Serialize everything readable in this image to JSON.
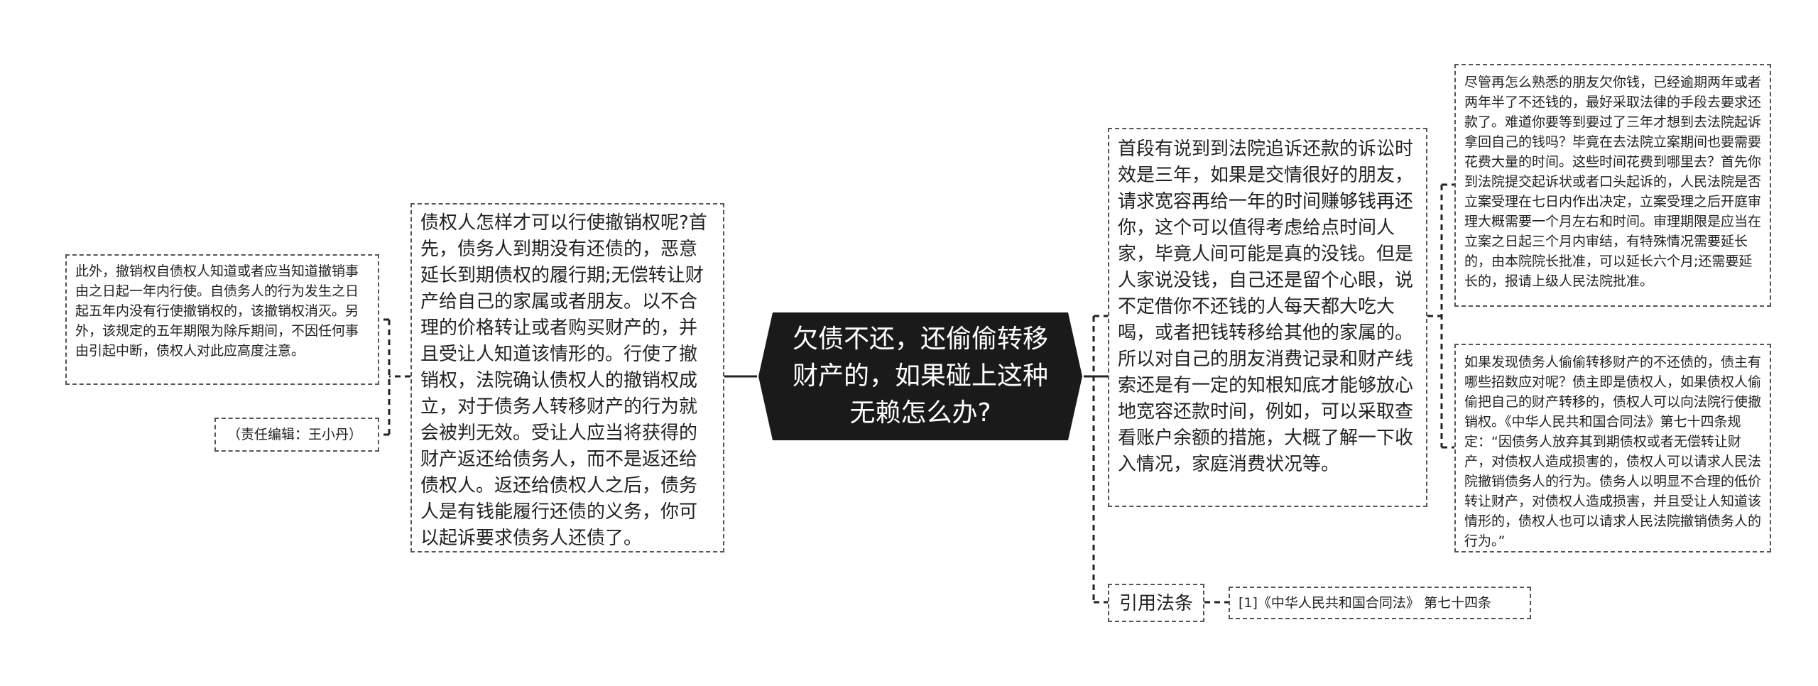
{
  "center": {
    "title": "欠债不还，还偷偷转移财产的，如果碰上这种无赖怎么办?"
  },
  "left": {
    "main": "债权人怎样才可以行使撤销权呢?首先，债务人到期没有还债的，恶意延长到期债权的履行期;无偿转让财产给自己的家属或者朋友。以不合理的价格转让或者购买财产的，并且受让人知道该情形的。行使了撤销权，法院确认债权人的撤销权成立，对于债务人转移财产的行为就会被判无效。受让人应当将获得的财产返还给债务人，而不是返还给债权人。返还给债权人之后，债务人是有钱能履行还债的义务，你可以起诉要求债务人还债了。",
    "sub1": "此外，撤销权自债权人知道或者应当知道撤销事由之日起一年内行使。自债务人的行为发生之日起五年内没有行使撤销权的，该撤销权消灭。另外，该规定的五年期限为除斥期间，不因任何事由引起中断，债权人对此应高度注意。",
    "sub2": "（责任编辑：王小丹）"
  },
  "right": {
    "main": "首段有说到到法院追诉还款的诉讼时效是三年，如果是交情很好的朋友，请求宽容再给一年的时间赚够钱再还你，这个可以值得考虑给点时间人家，毕竟人间可能是真的没钱。但是人家说没钱，自己还是留个心眼，说不定借你不还钱的人每天都大吃大喝，或者把钱转移给其他的家属的。所以对自己的朋友消费记录和财产线索还是有一定的知根知底才能够放心地宽容还款时间，例如，可以采取查看账户余额的措施，大概了解一下收入情况，家庭消费状况等。",
    "sub1": "尽管再怎么熟悉的朋友欠你钱，已经逾期两年或者两年半了不还钱的，最好采取法律的手段去要求还款了。难道你要等到要过了三年才想到去法院起诉拿回自己的钱吗？毕竟在去法院立案期间也要需要花费大量的时间。这些时间花费到哪里去？首先你到法院提交起诉状或者口头起诉的，人民法院是否立案受理在七日内作出决定，立案受理之后开庭审理大概需要一个月左右和时间。审理期限是应当在立案之日起三个月内审结，有特殊情况需要延长的，由本院院长批准，可以延长六个月;还需要延长的，报请上级人民法院批准。",
    "sub2": "如果发现债务人偷偷转移财产的不还债的，债主有哪些招数应对呢？债主即是债权人，如果债权人偷偷把自己的财产转移的，债权人可以向法院行使撤销权。《中华人民共和国合同法》第七十四条规定：“因债务人放弃其到期债权或者无偿转让财产，对债权人造成损害的，债权人可以请求人民法院撤销债务人的行为。债务人以明显不合理的低价转让财产，对债权人造成损害，并且受让人知道该情形的，债权人也可以请求人民法院撤销债务人的行为。”",
    "ref_label": "引用法条",
    "ref_item": "[1]《中华人民共和国合同法》 第七十四条"
  },
  "colors": {
    "center_fill": "#1a1a1a",
    "center_text": "#ffffff",
    "border": "#555555",
    "line": "#222222"
  }
}
